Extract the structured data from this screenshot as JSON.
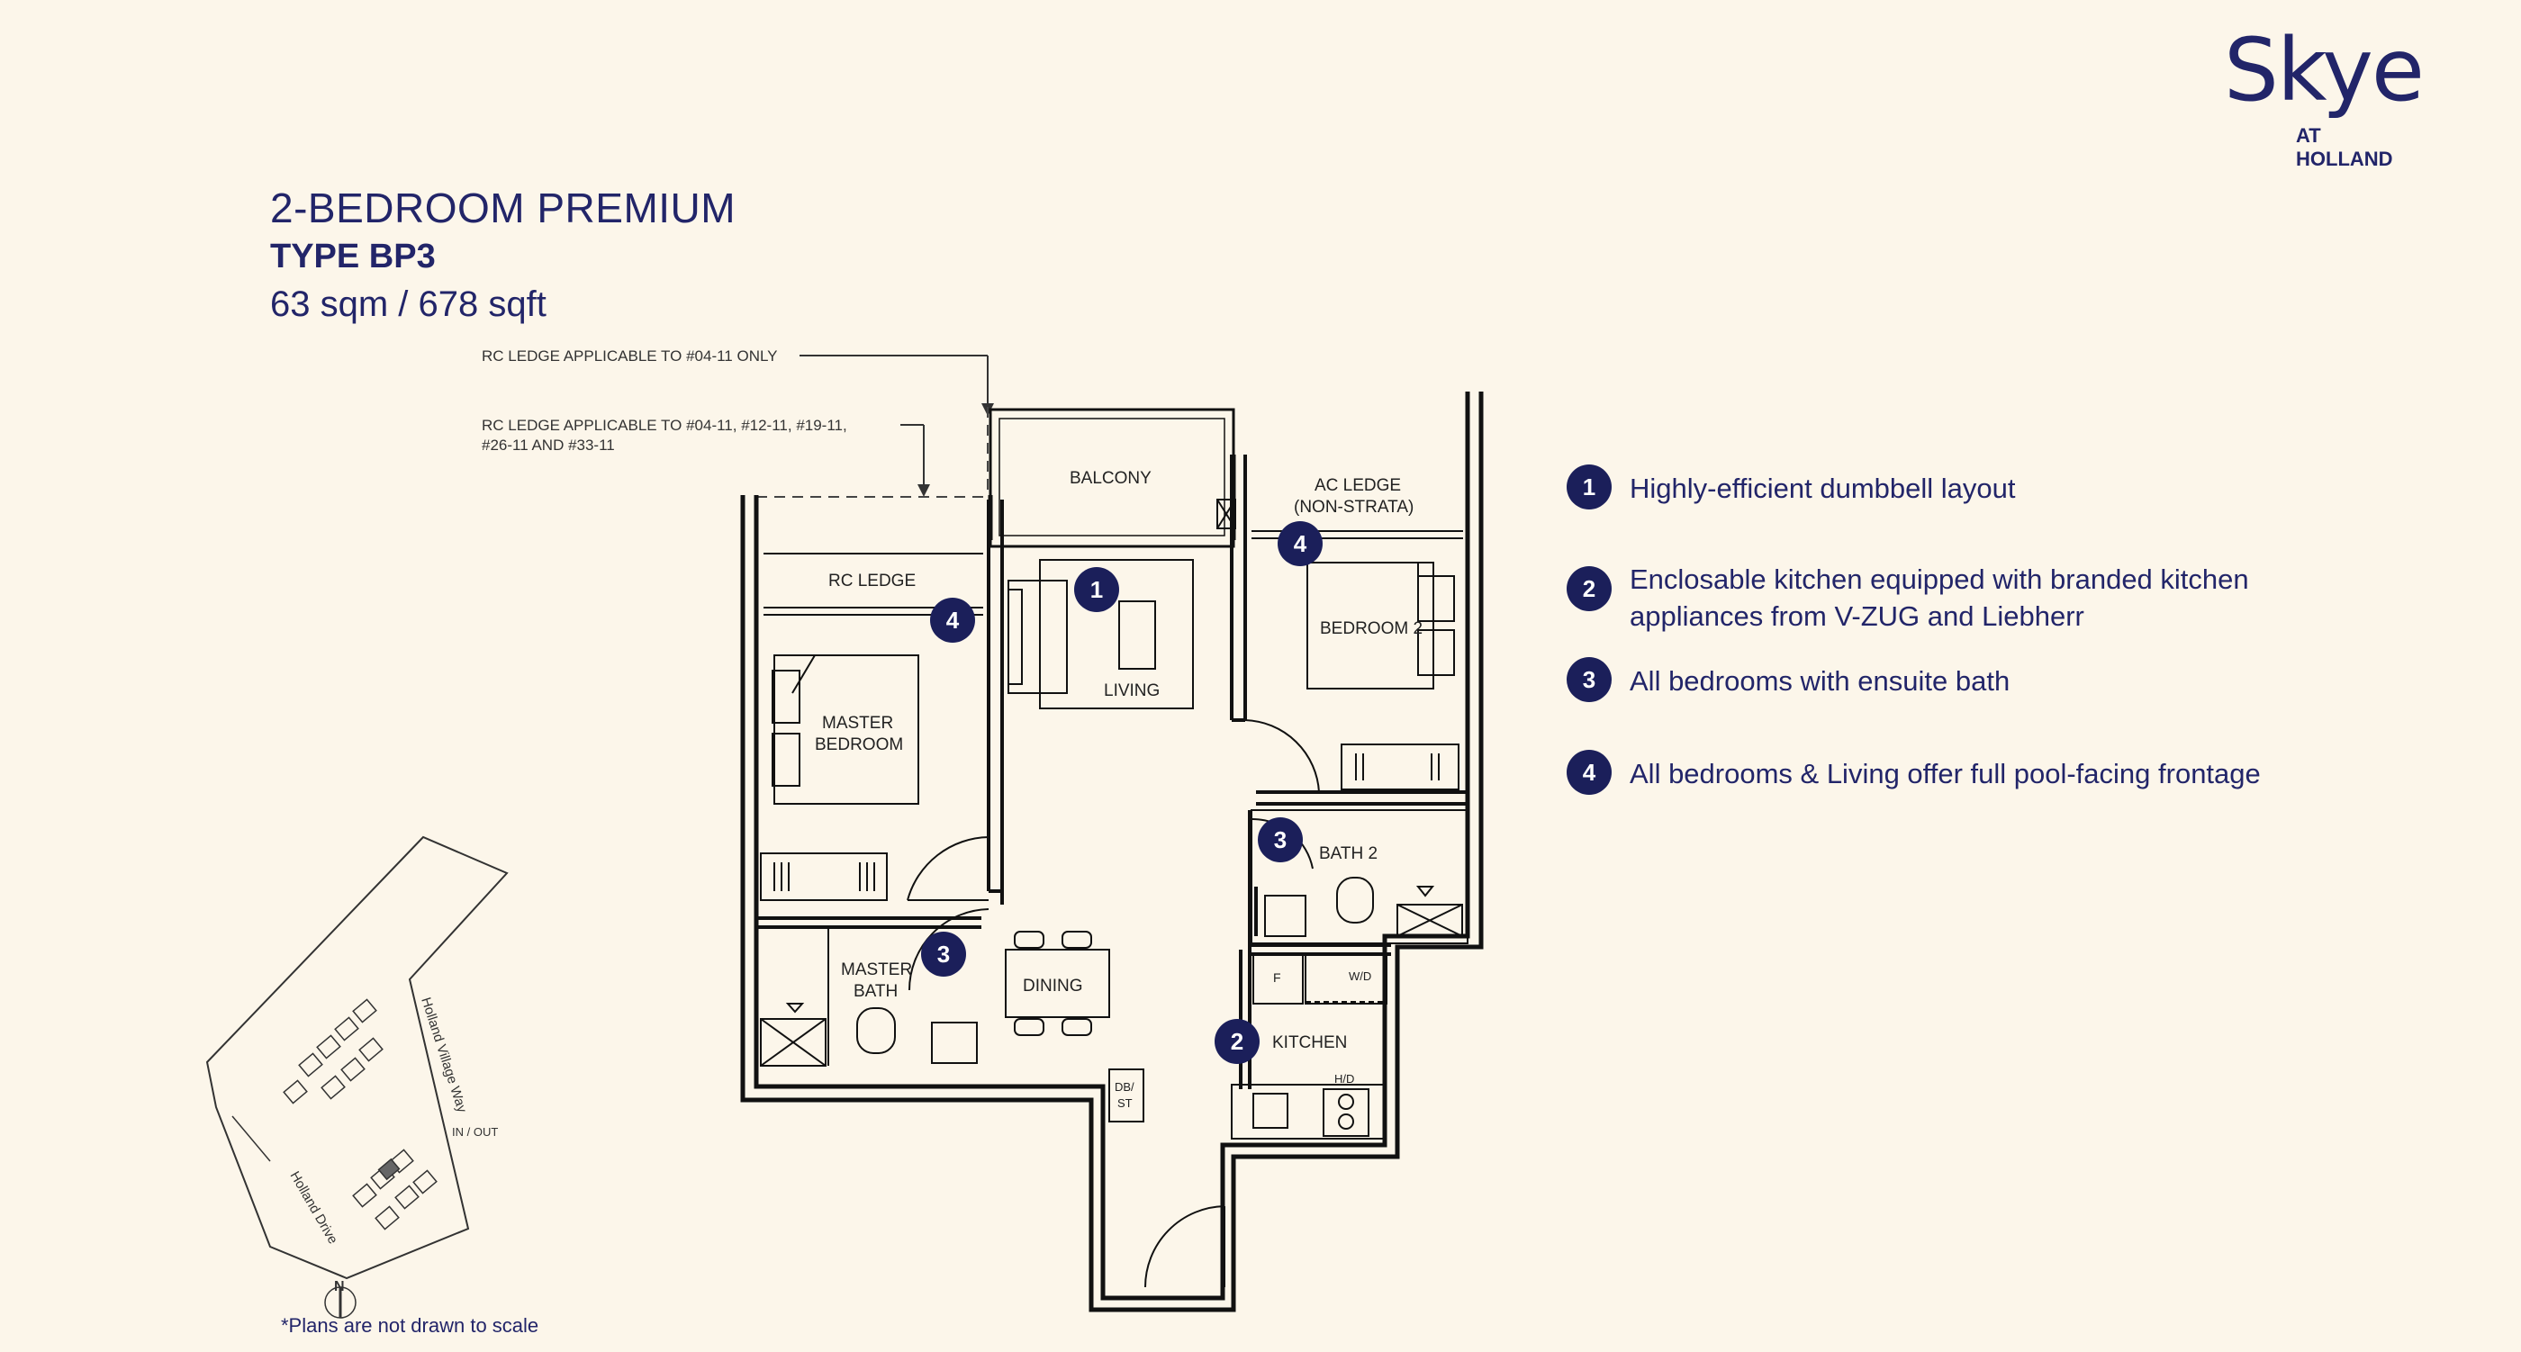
{
  "brand": {
    "name": "Skye",
    "at": "AT",
    "place": "HOLLAND"
  },
  "header": {
    "title": "2-BEDROOM PREMIUM",
    "type": "TYPE BP3",
    "area": "63 sqm / 678 sqft"
  },
  "plan": {
    "callouts": {
      "rc_ledge_top": "RC LEDGE APPLICABLE TO #04-11 ONLY",
      "rc_ledge_multi_1": "RC LEDGE APPLICABLE TO #04-11, #12-11, #19-11,",
      "rc_ledge_multi_2": "#26-11 AND #33-11"
    },
    "rooms": {
      "balcony": "BALCONY",
      "ac_ledge_1": "AC LEDGE",
      "ac_ledge_2": "(NON-STRATA)",
      "rc_ledge": "RC LEDGE",
      "master_bedroom_1": "MASTER",
      "master_bedroom_2": "BEDROOM",
      "living": "LIVING",
      "bedroom_2": "BEDROOM 2",
      "bath_2": "BATH 2",
      "master_bath_1": "MASTER",
      "master_bath_2": "BATH",
      "dining": "DINING",
      "kitchen": "KITCHEN",
      "db_st_1": "DB/",
      "db_st_2": "ST",
      "fridge": "F",
      "washer_dryer": "W/D",
      "hob": "H/D"
    },
    "markers": [
      "1",
      "2",
      "3",
      "3",
      "4",
      "4"
    ]
  },
  "site_map": {
    "road_1": "Holland Village Way",
    "road_2": "Holland Drive",
    "entry": "IN / OUT",
    "north": "N"
  },
  "features": [
    {
      "num": "1",
      "text": "Highly-efficient dumbbell layout"
    },
    {
      "num": "2",
      "text": "Enclosable kitchen equipped with branded kitchen",
      "text2": "appliances from V-ZUG and Liebherr"
    },
    {
      "num": "3",
      "text": "All bedrooms with ensuite bath"
    },
    {
      "num": "4",
      "text": "All bedrooms & Living offer full pool-facing frontage"
    }
  ],
  "footnote": "*Plans are not drawn to scale",
  "colors": {
    "background": "#fcf6ea",
    "brand": "#222569",
    "badge": "#1b1f5a",
    "line": "#111111"
  }
}
